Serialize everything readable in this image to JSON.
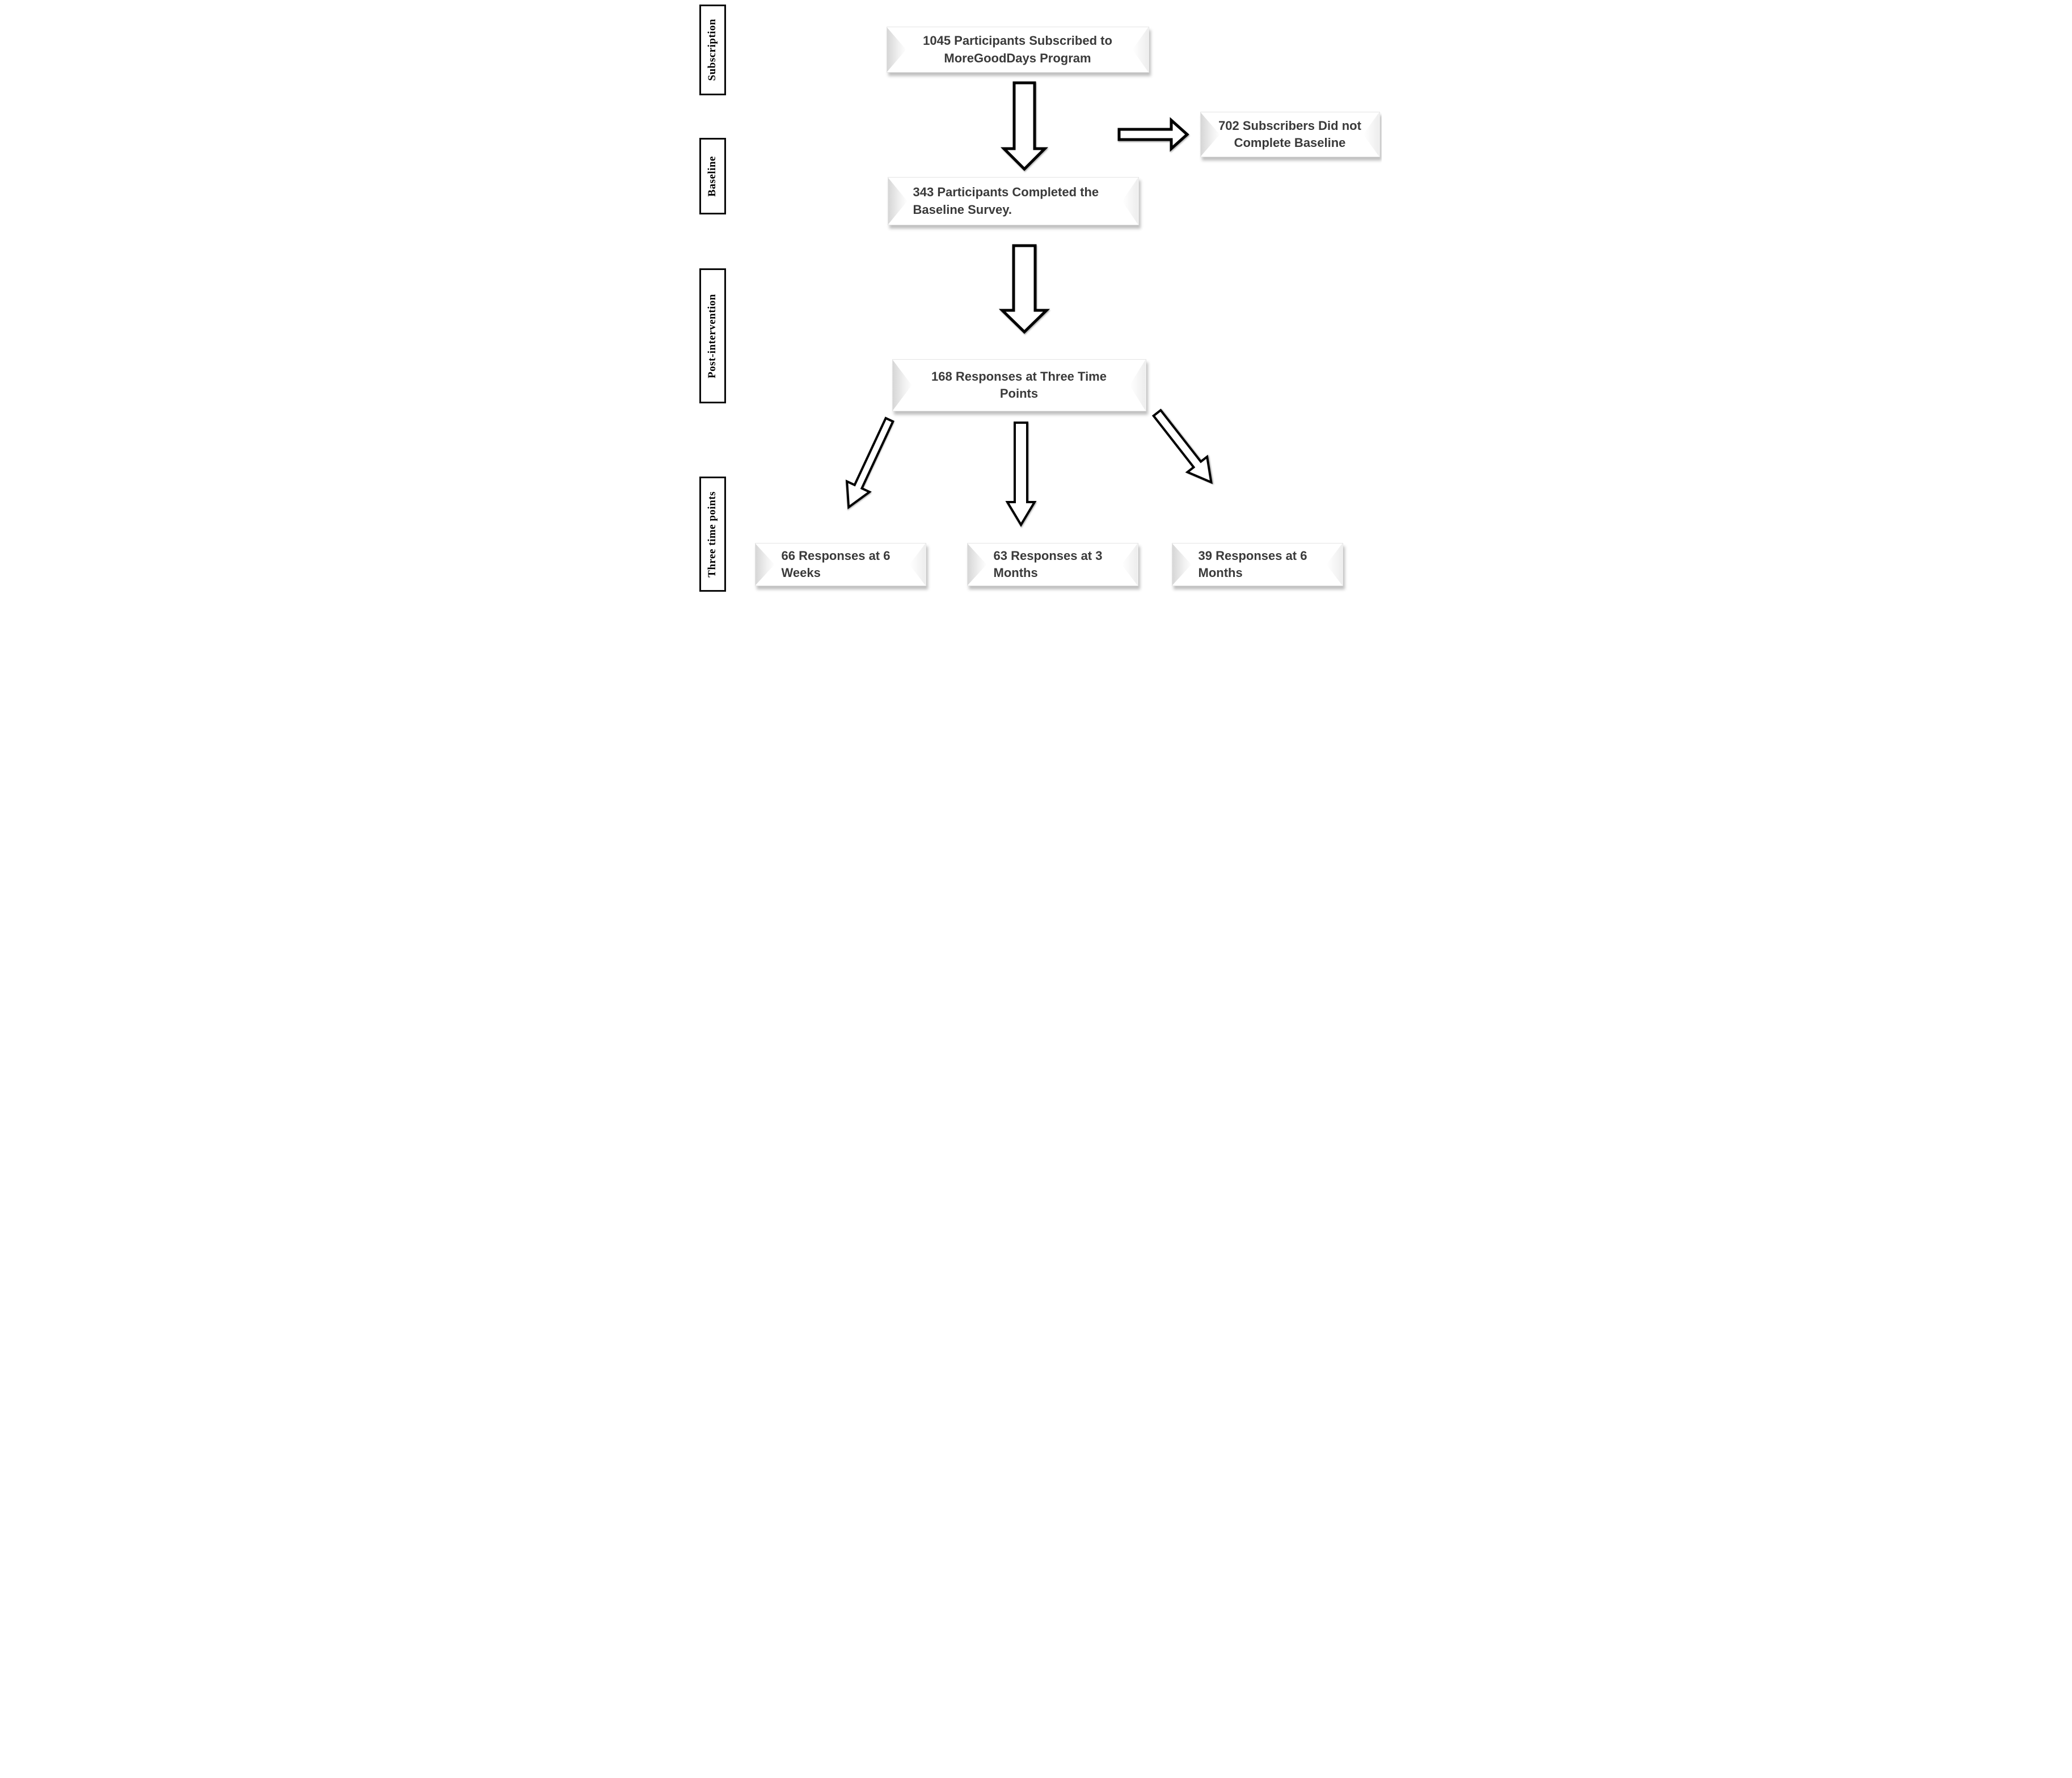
{
  "figure": {
    "type": "participant-flow-diagram",
    "background": "#ffffff",
    "colors": {
      "box_text": "#3a3a3a",
      "rail_text": "#000000",
      "rail_border": "#0a0a0a",
      "arrow_fill": "#ffffff",
      "arrow_stroke": "#000000",
      "box_shadow": "rgba(0,0,0,0.25)"
    },
    "stages": [
      {
        "id": "subscription",
        "label": "Subscription"
      },
      {
        "id": "baseline",
        "label": "Baseline"
      },
      {
        "id": "post_intervention",
        "label": "Post-intervention"
      },
      {
        "id": "three_time_points",
        "label": "Three time points"
      }
    ],
    "nodes": [
      {
        "id": "subscribed",
        "text": "1045 Participants Subscribed to MoreGoodDays Program",
        "align": "center"
      },
      {
        "id": "did_not_complete",
        "text": "702 Subscribers Did not Complete Baseline",
        "align": "center"
      },
      {
        "id": "completed_baseline",
        "text": "343 Participants Completed the Baseline Survey.",
        "align": "left"
      },
      {
        "id": "three_time_point_responses",
        "text": "168 Responses at Three Time Points",
        "align": "center"
      },
      {
        "id": "responses_6_weeks",
        "text": "66 Responses at 6 Weeks",
        "align": "left"
      },
      {
        "id": "responses_3_months",
        "text": "63 Responses at 3 Months",
        "align": "left"
      },
      {
        "id": "responses_6_months",
        "text": "39 Responses at 6 Months",
        "align": "left"
      }
    ],
    "arrows": [
      {
        "id": "subscribed-down",
        "from": "subscribed",
        "to": "completed_baseline"
      },
      {
        "id": "to-did-not-complete",
        "from": "subscribed",
        "to": "did_not_complete"
      },
      {
        "id": "completed-down",
        "from": "completed_baseline",
        "to": "three_time_point_responses"
      },
      {
        "id": "split-left",
        "from": "three_time_point_responses",
        "to": "responses_6_weeks"
      },
      {
        "id": "split-middle",
        "from": "three_time_point_responses",
        "to": "responses_3_months"
      },
      {
        "id": "split-right",
        "from": "three_time_point_responses",
        "to": "responses_6_months"
      }
    ]
  }
}
